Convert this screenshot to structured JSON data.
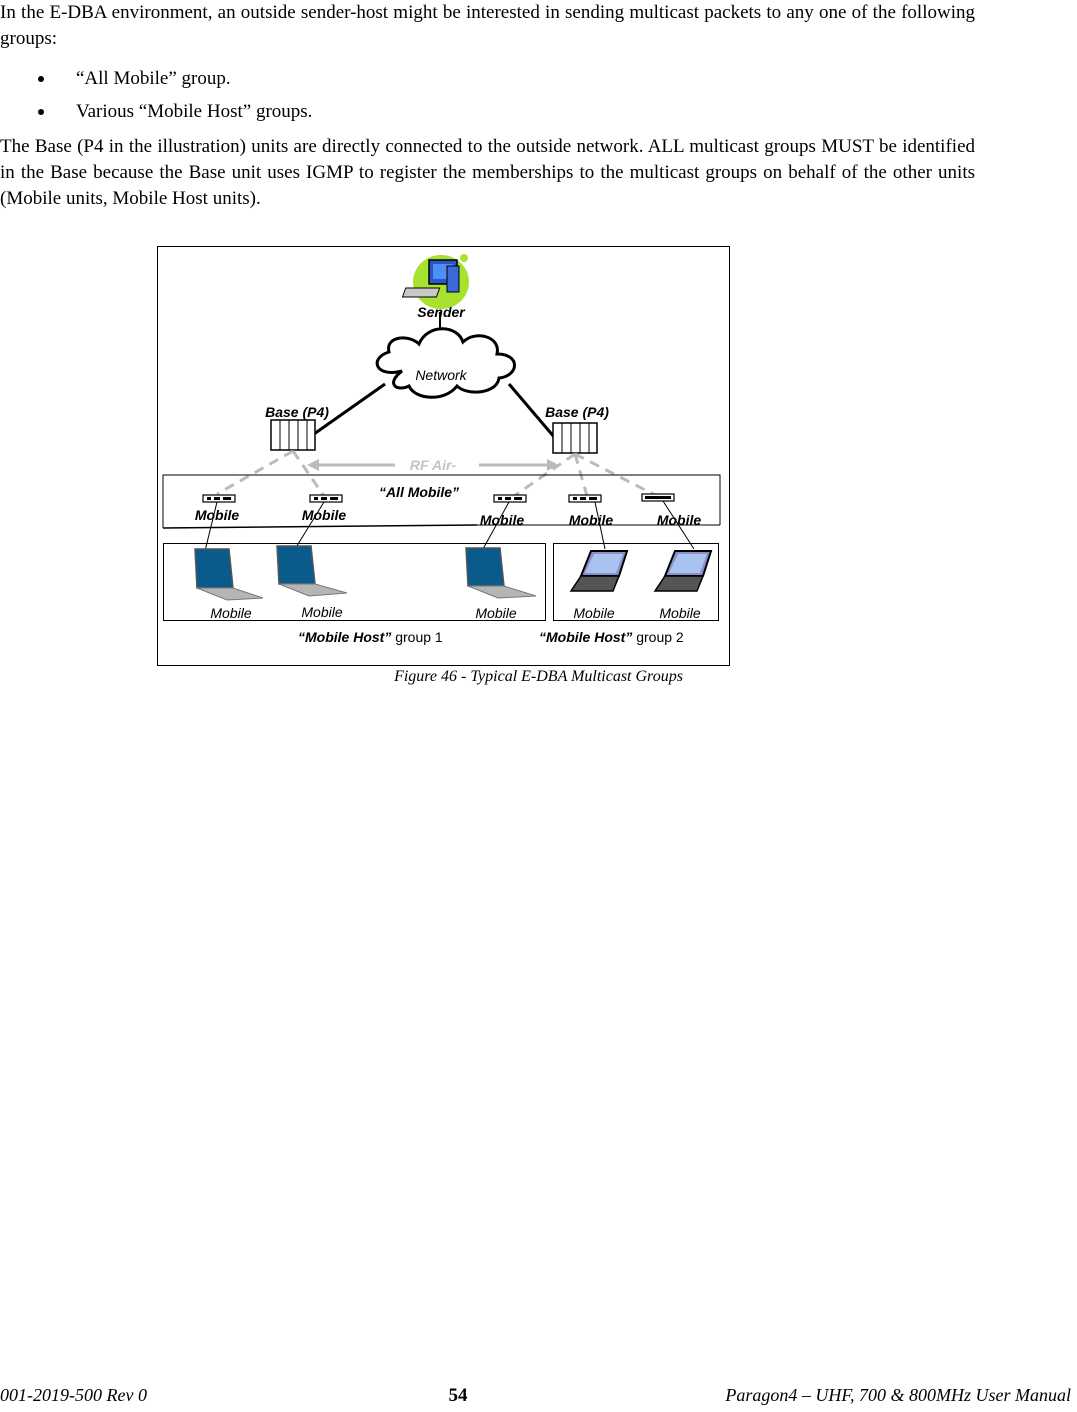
{
  "body": {
    "paragraph1": "In the E-DBA environment, an outside sender-host might be interested in sending multicast packets to any one of the following groups:",
    "bullets": [
      "“All Mobile” group.",
      "Various “Mobile Host” groups."
    ],
    "paragraph2": "The Base (P4 in the illustration) units are directly connected to the outside network. ALL multicast groups MUST be identified in the Base because the Base unit uses IGMP to register the memberships to the multicast groups on behalf of the other units (Mobile units, Mobile Host units)."
  },
  "figure": {
    "sender_label": "Sender",
    "network_label": "Network",
    "base_left_label": "Base (P4)",
    "base_right_label": "Base (P4)",
    "rf_label": "RF Air-",
    "all_mobile_label": "“All Mobile”",
    "mobile_labels": [
      "Mobile",
      "Mobile",
      "Mobile",
      "Mobile",
      "Mobile"
    ],
    "host_labels": [
      "Mobile",
      "Mobile",
      "Mobile",
      "Mobile",
      "Mobile"
    ],
    "group1_bold": "“Mobile Host”",
    "group1_rest": " group 1",
    "group2_bold": "“Mobile Host”",
    "group2_rest": " group 2",
    "caption": "Figure 46 - Typical E-DBA Multicast Groups",
    "colors": {
      "sender_blob": "#a6e22e",
      "laptop_screen": "#0a5a8c",
      "rf_arrow": "#bbbbbb"
    }
  },
  "footer": {
    "doc_number": "001-2019-500 Rev 0",
    "page_number": "54",
    "manual_title": "Paragon4 – UHF, 700  & 800MHz User Manual"
  }
}
